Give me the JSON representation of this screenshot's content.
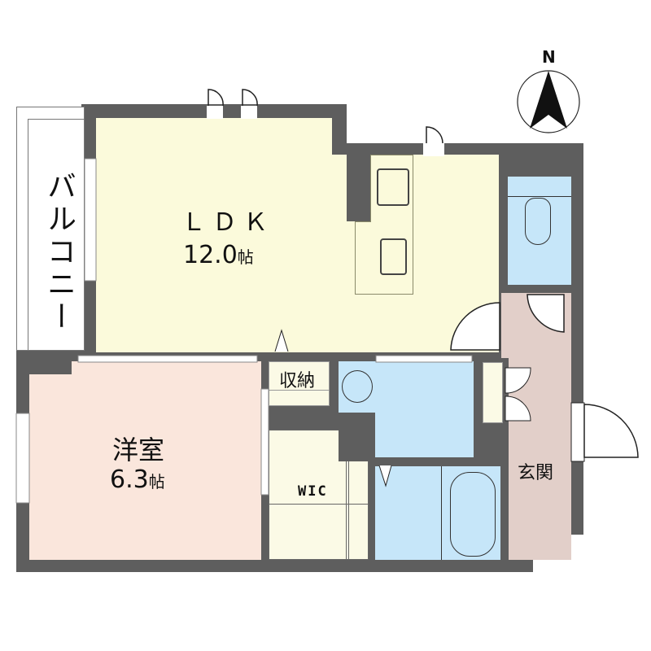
{
  "compass": {
    "label": "N",
    "icon": "north-arrow-icon"
  },
  "rooms": {
    "balcony": {
      "name": "バルコニー"
    },
    "ldk": {
      "name": "ＬＤＫ",
      "size": "12.0",
      "unit": "帖"
    },
    "western": {
      "name": "洋室",
      "size": "6.3",
      "unit": "帖"
    },
    "storage": {
      "name": "収納"
    },
    "wic": {
      "name": "WIC"
    },
    "entrance": {
      "name": "玄関"
    }
  },
  "colors": {
    "wall": "#5e5e5e",
    "ldk": "#fbfadb",
    "western": "#fae6dc",
    "wet": "#c6e6f9",
    "entrance": "#e2cfc9",
    "storage": "#fbfae6"
  }
}
